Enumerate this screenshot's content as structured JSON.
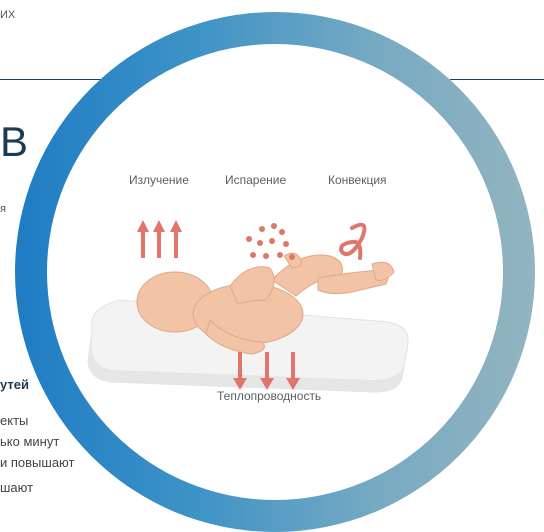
{
  "left_page": {
    "top_fragment": "ИХ",
    "heading_fragment": "В",
    "small_fragment": "я",
    "bold_fragment": "утей",
    "paragraph_lines": [
      "екты",
      "ько минут",
      "и повышают",
      "шают"
    ]
  },
  "diagram": {
    "labels": {
      "radiation": "Излучение",
      "evaporation": "Испарение",
      "convection": "Конвекция",
      "conduction": "Теплопроводность"
    },
    "colors": {
      "ring_start": "#1f7cc4",
      "ring_end": "#93b4c0",
      "arrow": "#e0766a",
      "skin": "#f2c4a5"
    }
  }
}
